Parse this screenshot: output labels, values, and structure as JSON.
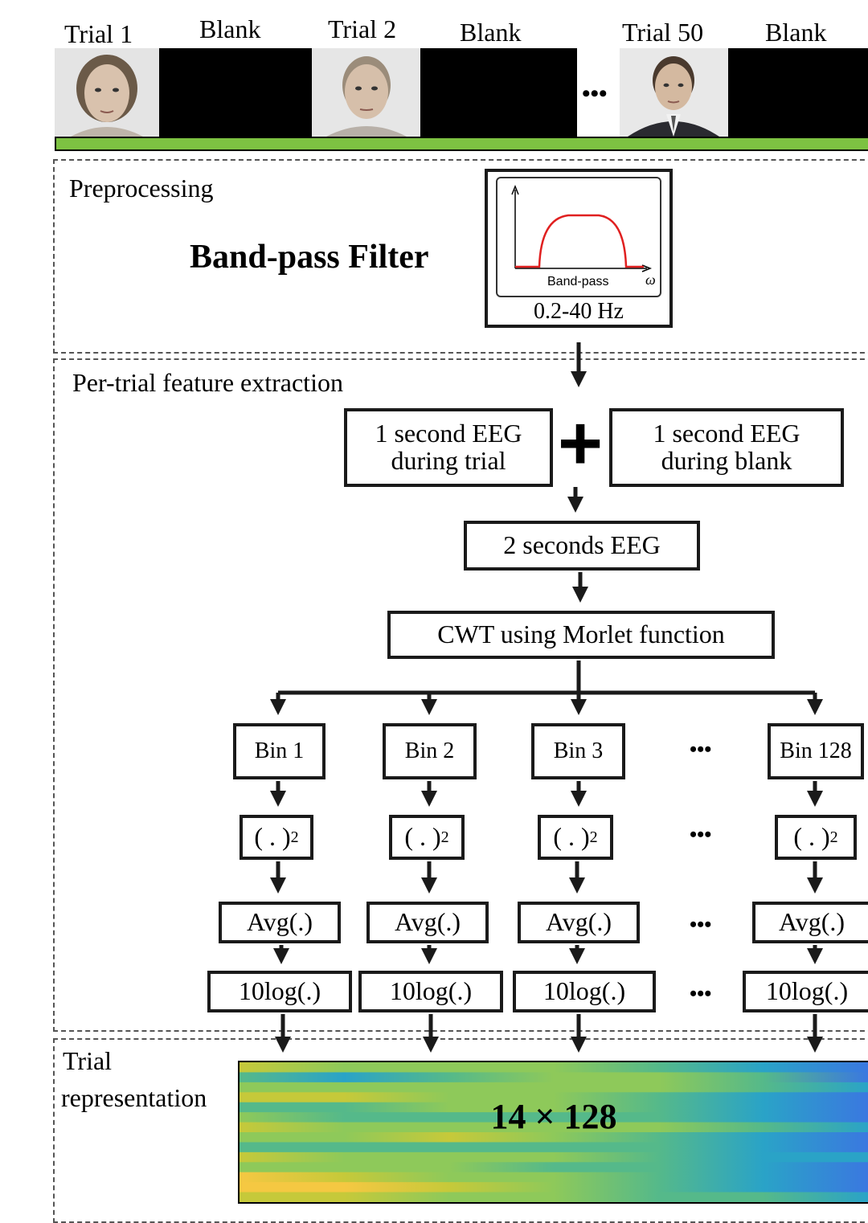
{
  "stimulus": {
    "labels": [
      "Trial 1",
      "Blank",
      "Trial 2",
      "Blank",
      "Trial 50",
      "Blank"
    ],
    "ellipsis": "•••"
  },
  "preprocessing": {
    "section_label": "Preprocessing",
    "title": "Band-pass Filter",
    "filter_caption": "Band-pass",
    "omega": "ω",
    "range": "0.2-40 Hz"
  },
  "extraction": {
    "section_label": "Per-trial feature extraction",
    "eeg_trial": [
      "1 second EEG",
      "during trial"
    ],
    "plus": "+",
    "eeg_blank": [
      "1 second EEG",
      "during blank"
    ],
    "eeg_2s": "2 seconds EEG",
    "cwt": "CWT using Morlet function",
    "bins": [
      "Bin 1",
      "Bin 2",
      "Bin 3",
      "Bin 128"
    ],
    "square_base": "( . )",
    "square_exp": "2",
    "avg": "Avg(.)",
    "log": "10log(.)",
    "ellipsis": "•••"
  },
  "representation": {
    "section_label": [
      "Trial",
      "representation"
    ],
    "dims": "14 × 128"
  },
  "colors": {
    "timeline_bar": "#7dc242",
    "filter_curve": "#e02020",
    "heatmap": [
      "#f5c842",
      "#c6c93a",
      "#8ec95a",
      "#55b98a",
      "#2aa3c7",
      "#3a78e0"
    ]
  }
}
